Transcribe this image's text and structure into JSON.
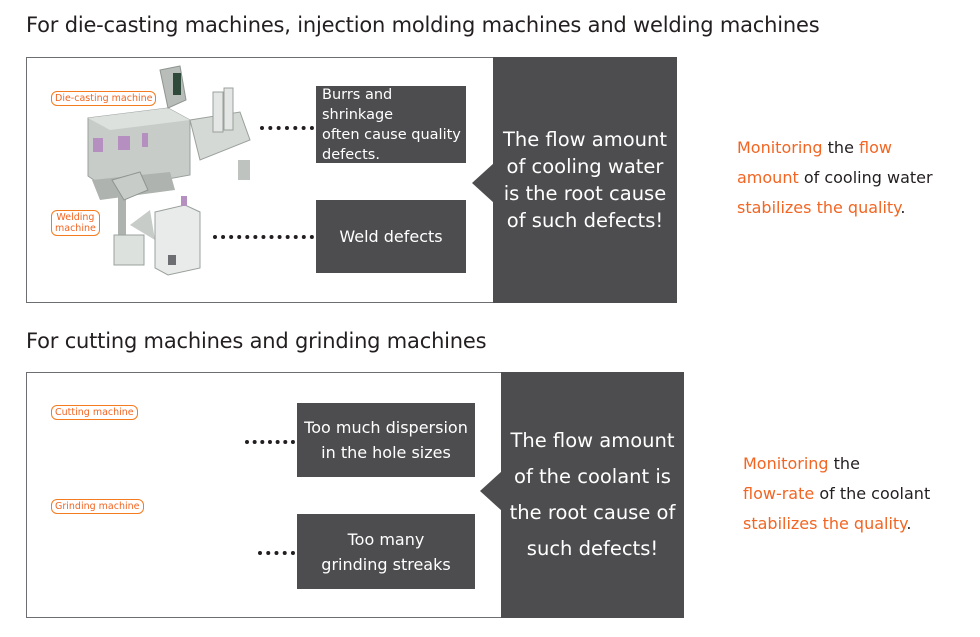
{
  "section1": {
    "heading": "For die-casting machines, injection molding machines and welding machines",
    "labels": {
      "die_casting": "Die-casting machine",
      "welding_line1": "Welding",
      "welding_line2": "machine"
    },
    "defect1": [
      "Burrs and shrinkage",
      "often cause quality",
      "defects."
    ],
    "defect2": "Weld defects",
    "cause": [
      "The flow amount",
      "of cooling water",
      "is the root cause",
      "of such defects!"
    ],
    "side": {
      "line1": [
        "Monitoring",
        " the ",
        "flow"
      ],
      "line2": [
        "amount",
        " of cooling water"
      ],
      "line3": [
        "stabilizes the quality",
        "."
      ]
    }
  },
  "section2": {
    "heading": "For cutting machines and grinding machines",
    "labels": {
      "cutting": "Cutting machine",
      "grinding": "Grinding machine"
    },
    "defect1": [
      "Too much dispersion",
      "in the hole sizes"
    ],
    "defect2": [
      "Too many",
      "grinding streaks"
    ],
    "cause": [
      "The flow amount",
      "of the coolant is",
      "the root cause of",
      "such defects!"
    ],
    "side": {
      "line1": [
        "Monitoring",
        " the"
      ],
      "line2": [
        "flow-rate",
        " of the coolant"
      ],
      "line3": [
        "stabilizes the quality",
        "."
      ]
    }
  },
  "colors": {
    "accent": "#f26522",
    "dark_box": "#4d4d4f",
    "machine_gray": "#c8ccc9",
    "machine_accent": "#b48fc0"
  }
}
